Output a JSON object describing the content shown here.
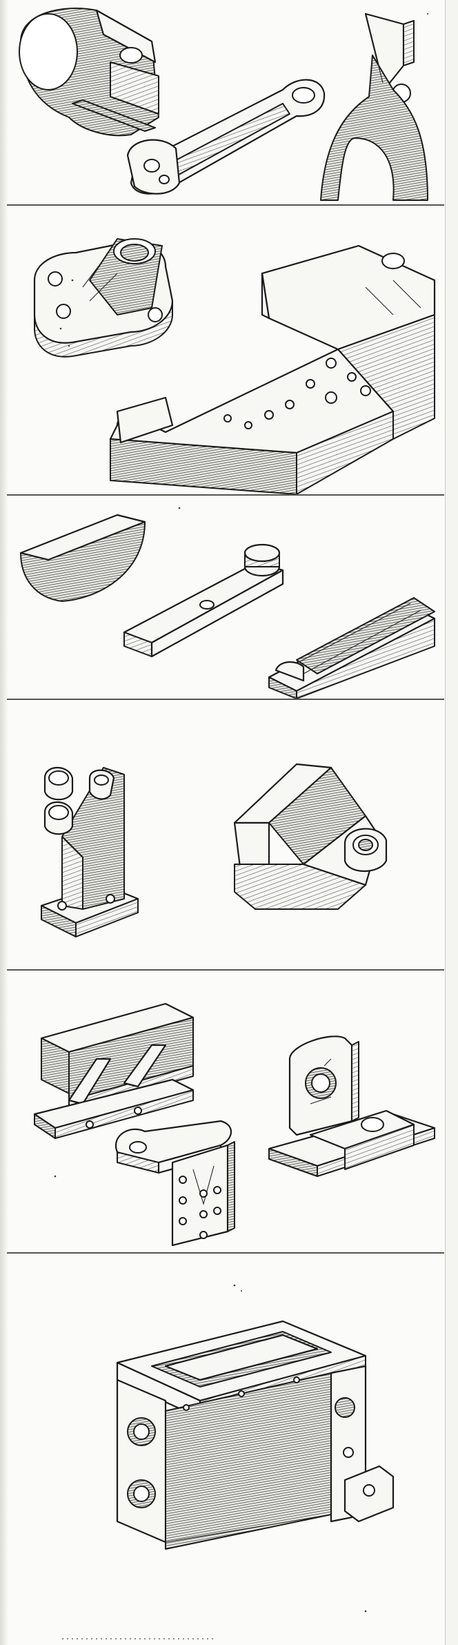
{
  "figure": {
    "panels": [
      {
        "id": "panel-1",
        "parts": [
          "ring-clamp",
          "connecting-link",
          "shift-fork"
        ]
      },
      {
        "id": "panel-2",
        "parts": [
          "bearing-flange",
          "notched-base-plate"
        ]
      },
      {
        "id": "panel-3",
        "parts": [
          "woodruff-key",
          "pin-bar",
          "v-slide-block"
        ]
      },
      {
        "id": "panel-4",
        "parts": [
          "pedestal-bracket",
          "v-support-bracket"
        ]
      },
      {
        "id": "panel-5",
        "parts": [
          "ribbed-tray",
          "angle-bracket",
          "slide-fixture"
        ]
      },
      {
        "id": "panel-6",
        "parts": [
          "rectangular-frame-housing"
        ]
      }
    ],
    "colors": {
      "ink": "#1a1a1a",
      "paper": "#fbfbf9",
      "rule": "#555555"
    }
  }
}
